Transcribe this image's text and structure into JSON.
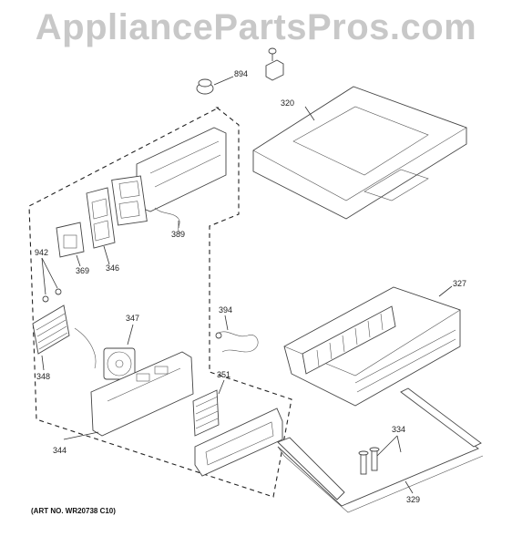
{
  "watermark": "AppliancePartsPros.com",
  "art_no": "(ART NO. WR20738 C10)",
  "callouts": {
    "p894": "894",
    "p320": "320",
    "p389": "389",
    "p346": "346",
    "p369": "369",
    "p942": "942",
    "p394": "394",
    "p327": "327",
    "p347": "347",
    "p348": "348",
    "p351": "351",
    "p344": "344",
    "p334": "334",
    "p329": "329"
  }
}
